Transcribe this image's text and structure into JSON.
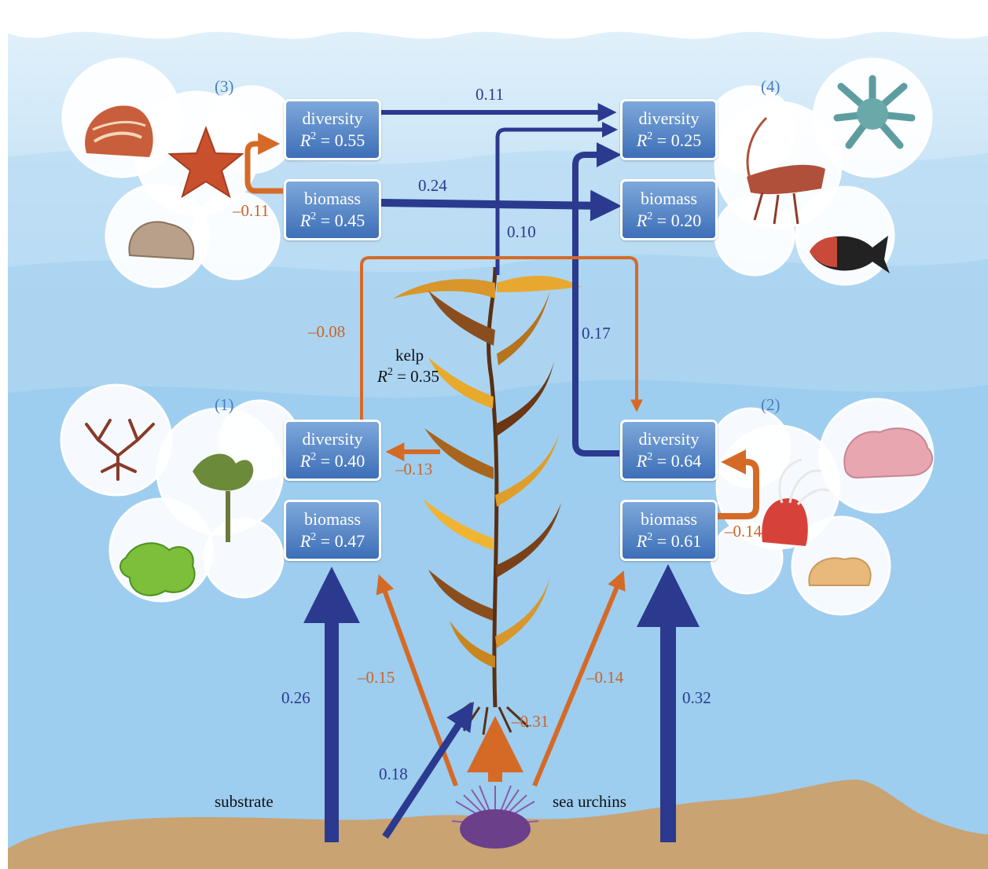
{
  "groups": {
    "g1": {
      "label": "(1)",
      "diversity_title": "diversity",
      "diversity_r2": "0.40",
      "biomass_title": "biomass",
      "biomass_r2": "0.47"
    },
    "g2": {
      "label": "(2)",
      "diversity_title": "diversity",
      "diversity_r2": "0.64",
      "biomass_title": "biomass",
      "biomass_r2": "0.61"
    },
    "g3": {
      "label": "(3)",
      "diversity_title": "diversity",
      "diversity_r2": "0.55",
      "biomass_title": "biomass",
      "biomass_r2": "0.45"
    },
    "g4": {
      "label": "(4)",
      "diversity_title": "diversity",
      "diversity_r2": "0.25",
      "biomass_title": "biomass",
      "biomass_r2": "0.20"
    }
  },
  "kelp": {
    "title": "kelp",
    "r2": "0.35"
  },
  "r2_symbol": "R",
  "r2_exp": "2",
  "r2_eq": " = ",
  "drivers": {
    "substrate": "substrate",
    "urchins": "sea urchins"
  },
  "paths": {
    "g3div_g4div": "0.11",
    "g3bio_g4bio": "0.24",
    "g3bio_g3div": "–0.11",
    "kelp_g4div": "0.10",
    "g2div_g4div": "0.17",
    "g1div_g2div": "–0.08",
    "kelp_g1div": "–0.13",
    "g2bio_g2div": "–0.14",
    "substrate_g1bio": "0.26",
    "urchins_g1bio": "–0.15",
    "substrate_kelp": "0.18",
    "urchins_kelp": "–0.31",
    "urchins_g2bio": "–0.14",
    "substrate_g2bio": "0.32"
  },
  "colors": {
    "positive": "#2b3a8f",
    "negative": "#d56a27",
    "water_light": "#d6ebf8",
    "water_deep": "#8cc3ea",
    "seabed": "#c9a372",
    "box": "#5b8bc9"
  }
}
